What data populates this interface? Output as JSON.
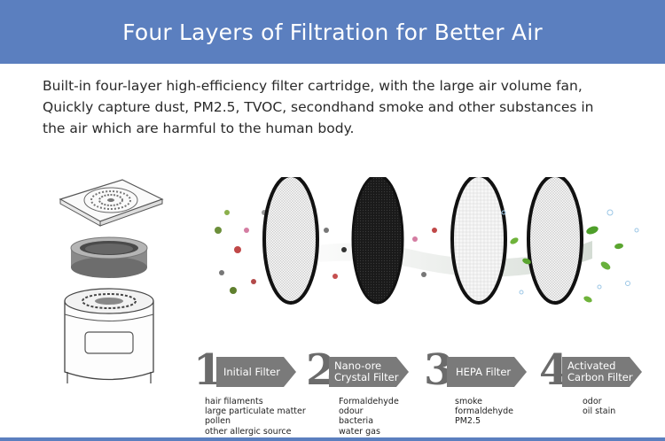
{
  "header": {
    "title": "Four Layers of Filtration for Better Air"
  },
  "intro": {
    "lines": [
      "Built-in four-layer high-efficiency filter cartridge, with the large air volume fan,",
      "Quickly capture dust, PM2.5, TVOC, secondhand smoke and other substances in",
      "the air which are harmful to the human body."
    ]
  },
  "colors": {
    "header_bg": "#5b7fbf",
    "step_arrow": "#7a7a7a",
    "step_number": "#6b6b6b"
  },
  "steps": [
    {
      "number": "1",
      "label": "Initial Filter",
      "items": [
        "hair filaments",
        "large particulate matter",
        "pollen",
        "other allergic source"
      ]
    },
    {
      "number": "2",
      "label_lines": [
        "Nano-ore",
        "Crystal Filter"
      ],
      "items": [
        "Formaldehyde",
        "odour",
        "bacteria",
        "water gas"
      ]
    },
    {
      "number": "3",
      "label": "HEPA Filter",
      "items": [
        "smoke",
        "formaldehyde",
        "PM2.5"
      ]
    },
    {
      "number": "4",
      "label_lines": [
        "Activated",
        "Carbon Filter"
      ],
      "items": [
        "odor",
        "oil stain"
      ]
    }
  ],
  "icons": [
    "purifier-exploded-icon",
    "filter-disc-icon",
    "pollutant-particle-icon",
    "leaf-icon",
    "air-flow-arrow-icon"
  ]
}
